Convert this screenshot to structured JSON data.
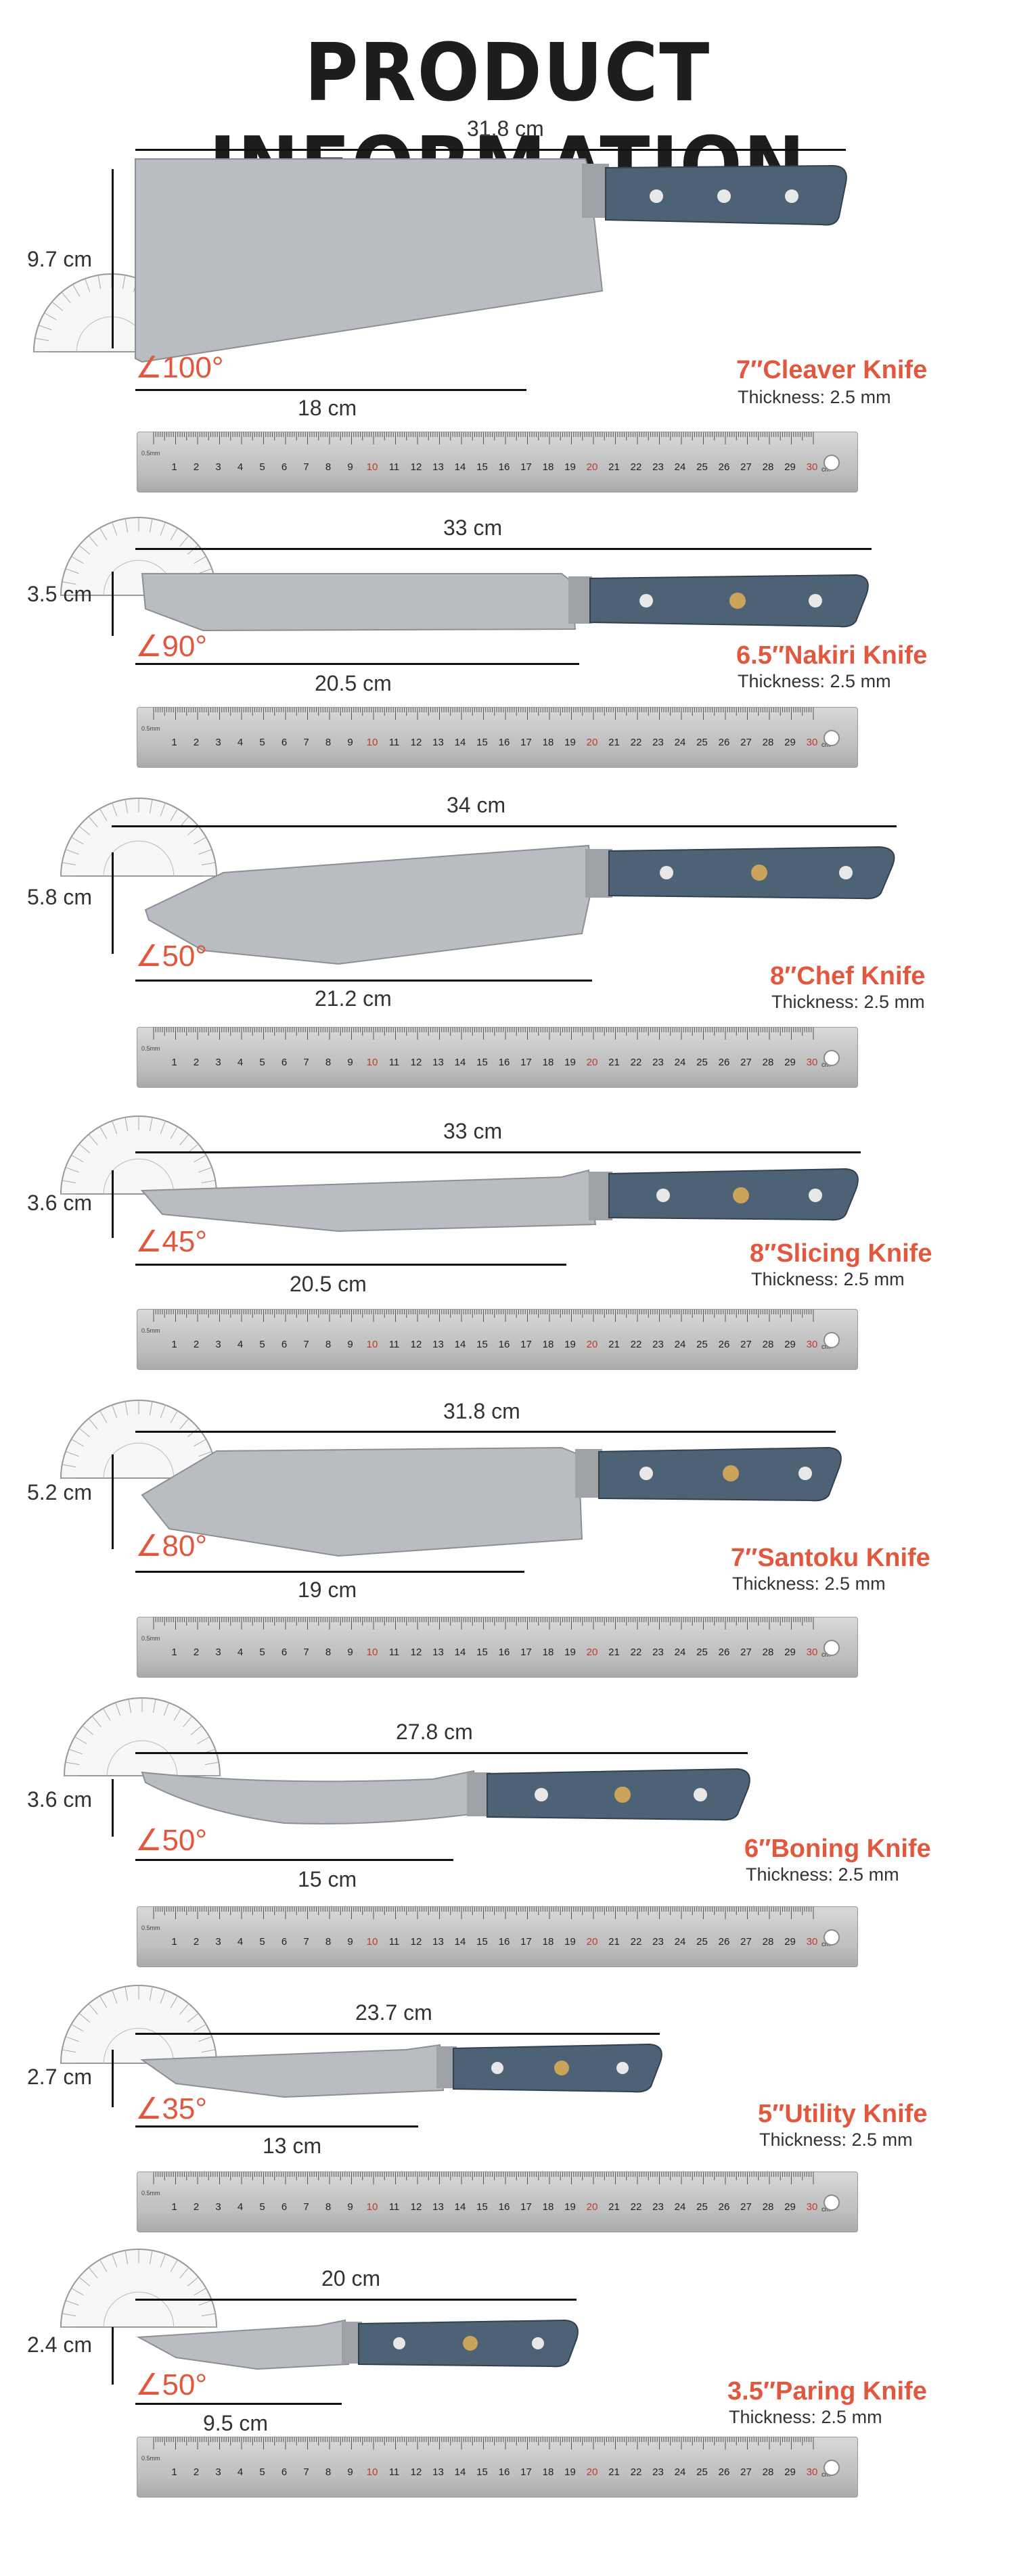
{
  "header": {
    "title": "PRODUCT INFORMATION"
  },
  "ruler": {
    "numbers": [
      "1",
      "2",
      "3",
      "4",
      "5",
      "6",
      "7",
      "8",
      "9",
      "10",
      "11",
      "12",
      "13",
      "14",
      "15",
      "16",
      "17",
      "18",
      "19",
      "20",
      "21",
      "22",
      "23",
      "24",
      "25",
      "26",
      "27",
      "28",
      "29",
      "30"
    ],
    "unit": "cm",
    "small_label": "0.5mm"
  },
  "knives": [
    {
      "name": "7″Cleaver Knife",
      "thickness": "Thickness: 2.5 mm",
      "total_length": "31.8 cm",
      "blade_length": "18 cm",
      "height": "9.7 cm",
      "angle": "∠100°"
    },
    {
      "name": "6.5″Nakiri Knife",
      "thickness": "Thickness: 2.5 mm",
      "total_length": "33 cm",
      "blade_length": "20.5 cm",
      "height": "3.5 cm",
      "angle": "∠90°"
    },
    {
      "name": "8″Chef Knife",
      "thickness": "Thickness: 2.5 mm",
      "total_length": "34 cm",
      "blade_length": "21.2 cm",
      "height": "5.8 cm",
      "angle": "∠50°"
    },
    {
      "name": "8″Slicing Knife",
      "thickness": "Thickness: 2.5 mm",
      "total_length": "33 cm",
      "blade_length": "20.5 cm",
      "height": "3.6 cm",
      "angle": "∠45°"
    },
    {
      "name": "7″Santoku Knife",
      "thickness": "Thickness: 2.5 mm",
      "total_length": "31.8 cm",
      "blade_length": "19 cm",
      "height": "5.2 cm",
      "angle": "∠80°"
    },
    {
      "name": "6″Boning Knife",
      "thickness": "Thickness: 2.5 mm",
      "total_length": "27.8 cm",
      "blade_length": "15 cm",
      "height": "3.6 cm",
      "angle": "∠50°"
    },
    {
      "name": "5″Utility Knife",
      "thickness": "Thickness: 2.5 mm",
      "total_length": "23.7 cm",
      "blade_length": "13 cm",
      "height": "2.7 cm",
      "angle": "∠35°"
    },
    {
      "name": "3.5″Paring Knife",
      "thickness": "Thickness: 2.5 mm",
      "total_length": "20 cm",
      "blade_length": "9.5 cm",
      "height": "2.4 cm",
      "angle": "∠50°"
    }
  ],
  "colors": {
    "accent": "#e2583e",
    "handle": "#4e6276",
    "blade": "#b9bcc0",
    "ruler_red": "#c0392b"
  }
}
